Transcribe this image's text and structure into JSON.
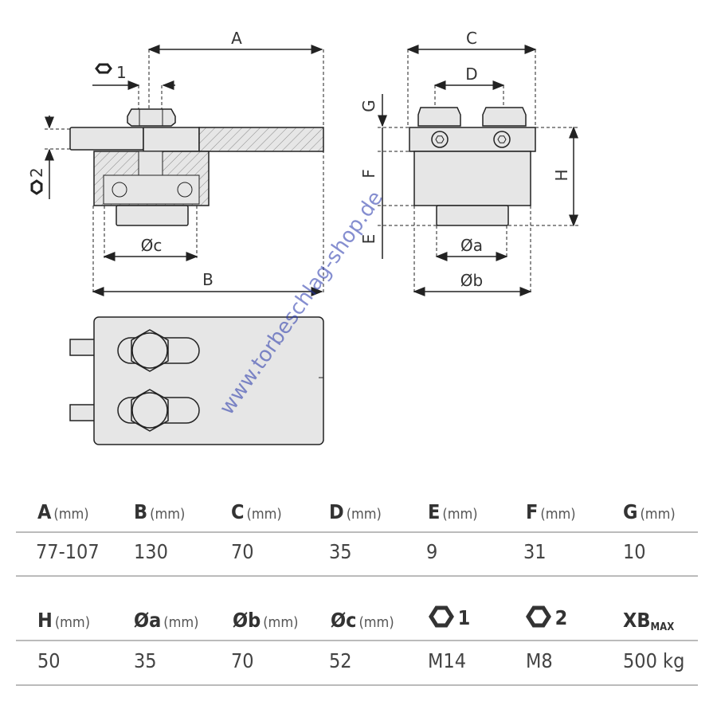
{
  "drawing": {
    "side_view": {
      "dim_A": "A",
      "dim_B": "B",
      "dim_c": "Øc",
      "hex1_num": "1",
      "hex2_num": "2"
    },
    "front_view": {
      "dim_C": "C",
      "dim_D": "D",
      "dim_G": "G",
      "dim_F": "F",
      "dim_E": "E",
      "dim_H": "H",
      "dim_a": "Øa",
      "dim_b": "Øb"
    },
    "watermark": "www.torbeschlag-shop.de"
  },
  "table": {
    "unit": "(mm)",
    "row1": {
      "headers": [
        "A",
        "B",
        "C",
        "D",
        "E",
        "F",
        "G"
      ],
      "values": [
        "77-107",
        "130",
        "70",
        "35",
        "9",
        "31",
        "10"
      ]
    },
    "row2": {
      "headers": [
        "H",
        "Øa",
        "Øb",
        "Øc"
      ],
      "hex1_num": "1",
      "hex2_num": "2",
      "xb": "XB",
      "xb_sub": "MAX",
      "values": [
        "50",
        "35",
        "70",
        "52",
        "M14",
        "M8",
        "500 kg"
      ]
    }
  }
}
